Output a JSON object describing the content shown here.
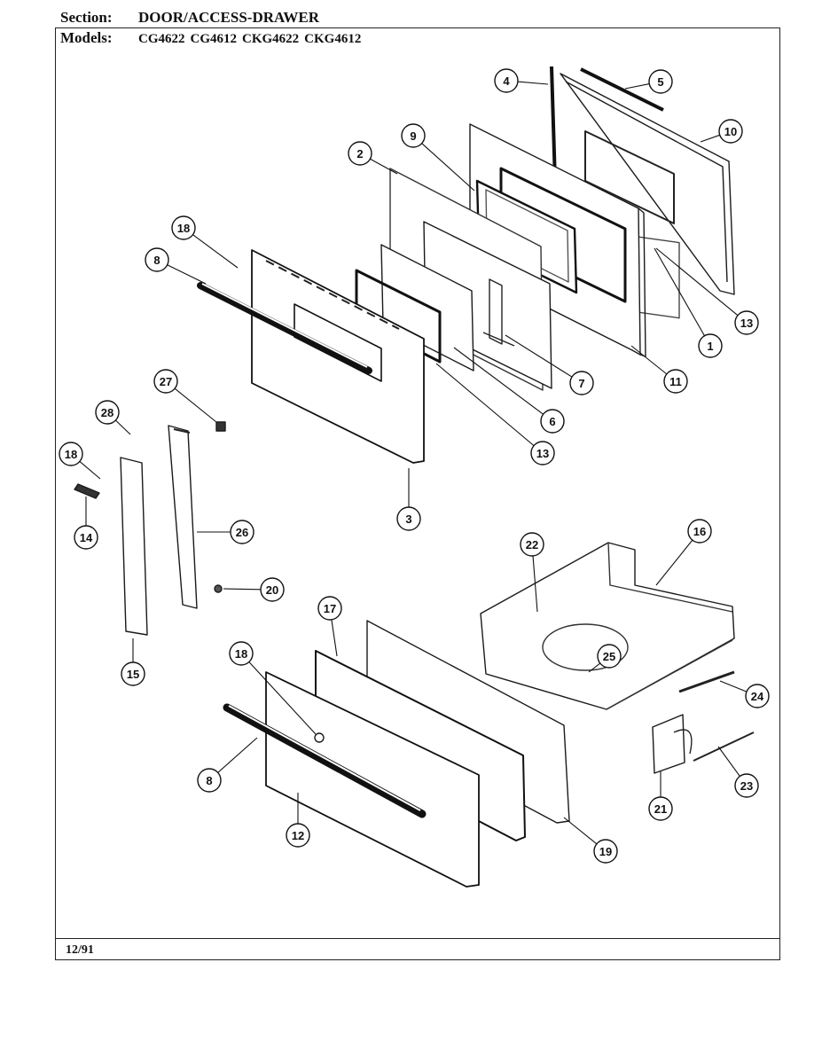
{
  "header": {
    "section_label": "Section:",
    "section_value": "DOOR/ACCESS-DRAWER",
    "models_label": "Models:",
    "models": [
      "CG4622",
      "CG4612",
      "CKG4622",
      "CKG4612"
    ]
  },
  "footer": {
    "date_code": "12/91"
  },
  "callouts": [
    {
      "id": "c4",
      "label": "4"
    },
    {
      "id": "c5",
      "label": "5"
    },
    {
      "id": "c10",
      "label": "10"
    },
    {
      "id": "c9",
      "label": "9"
    },
    {
      "id": "c2",
      "label": "2"
    },
    {
      "id": "c18a",
      "label": "18"
    },
    {
      "id": "c8a",
      "label": "8"
    },
    {
      "id": "c13a",
      "label": "13"
    },
    {
      "id": "c1",
      "label": "1"
    },
    {
      "id": "c11",
      "label": "11"
    },
    {
      "id": "c7",
      "label": "7"
    },
    {
      "id": "c6",
      "label": "6"
    },
    {
      "id": "c13b",
      "label": "13"
    },
    {
      "id": "c3",
      "label": "3"
    },
    {
      "id": "c27",
      "label": "27"
    },
    {
      "id": "c28",
      "label": "28"
    },
    {
      "id": "c18b",
      "label": "18"
    },
    {
      "id": "c14",
      "label": "14"
    },
    {
      "id": "c26",
      "label": "26"
    },
    {
      "id": "c20",
      "label": "20"
    },
    {
      "id": "c15",
      "label": "15"
    },
    {
      "id": "c22",
      "label": "22"
    },
    {
      "id": "c16",
      "label": "16"
    },
    {
      "id": "c17",
      "label": "17"
    },
    {
      "id": "c18c",
      "label": "18"
    },
    {
      "id": "c25",
      "label": "25"
    },
    {
      "id": "c24",
      "label": "24"
    },
    {
      "id": "c8b",
      "label": "8"
    },
    {
      "id": "c23",
      "label": "23"
    },
    {
      "id": "c21",
      "label": "21"
    },
    {
      "id": "c12",
      "label": "12"
    },
    {
      "id": "c19",
      "label": "19"
    }
  ]
}
